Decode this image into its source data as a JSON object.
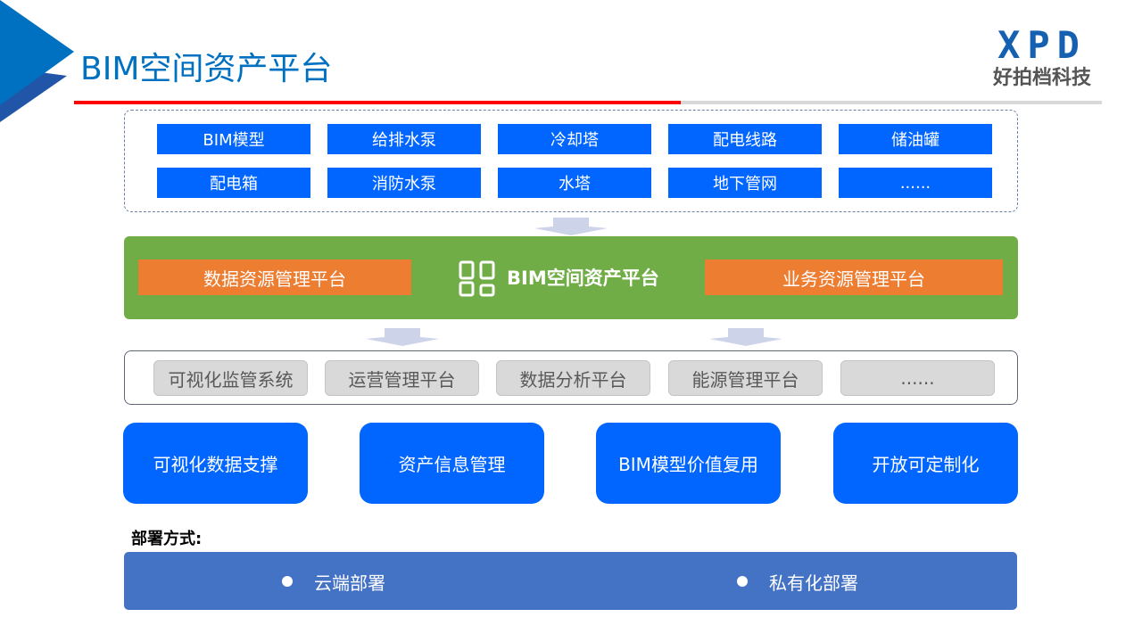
{
  "header": {
    "title": "BIM空间资产平台",
    "logo_text": "XPD",
    "logo_subtitle": "好拍档科技"
  },
  "assets": [
    "BIM模型",
    "给排水泵",
    "冷却塔",
    "配电线路",
    "储油罐",
    "配电箱",
    "消防水泵",
    "水塔",
    "地下管网",
    "......"
  ],
  "platform": {
    "left": "数据资源管理平台",
    "center": "BIM空间资产平台",
    "right": "业务资源管理平台",
    "icon": "grid-icon"
  },
  "apps": [
    "可视化监管系统",
    "运营管理平台",
    "数据分析平台",
    "能源管理平台",
    "......"
  ],
  "features": [
    "可视化数据支撑",
    "资产信息管理",
    "BIM模型价值复用",
    "开放可定制化"
  ],
  "deployment": {
    "label": "部署方式:",
    "options": [
      "云端部署",
      "私有化部署"
    ]
  },
  "colors": {
    "brand": "#0070C0",
    "asset_blue": "#0066FF",
    "green": "#70AD47",
    "orange": "#ED7D31",
    "deploy": "#4472C4",
    "red": "#FF0000"
  }
}
